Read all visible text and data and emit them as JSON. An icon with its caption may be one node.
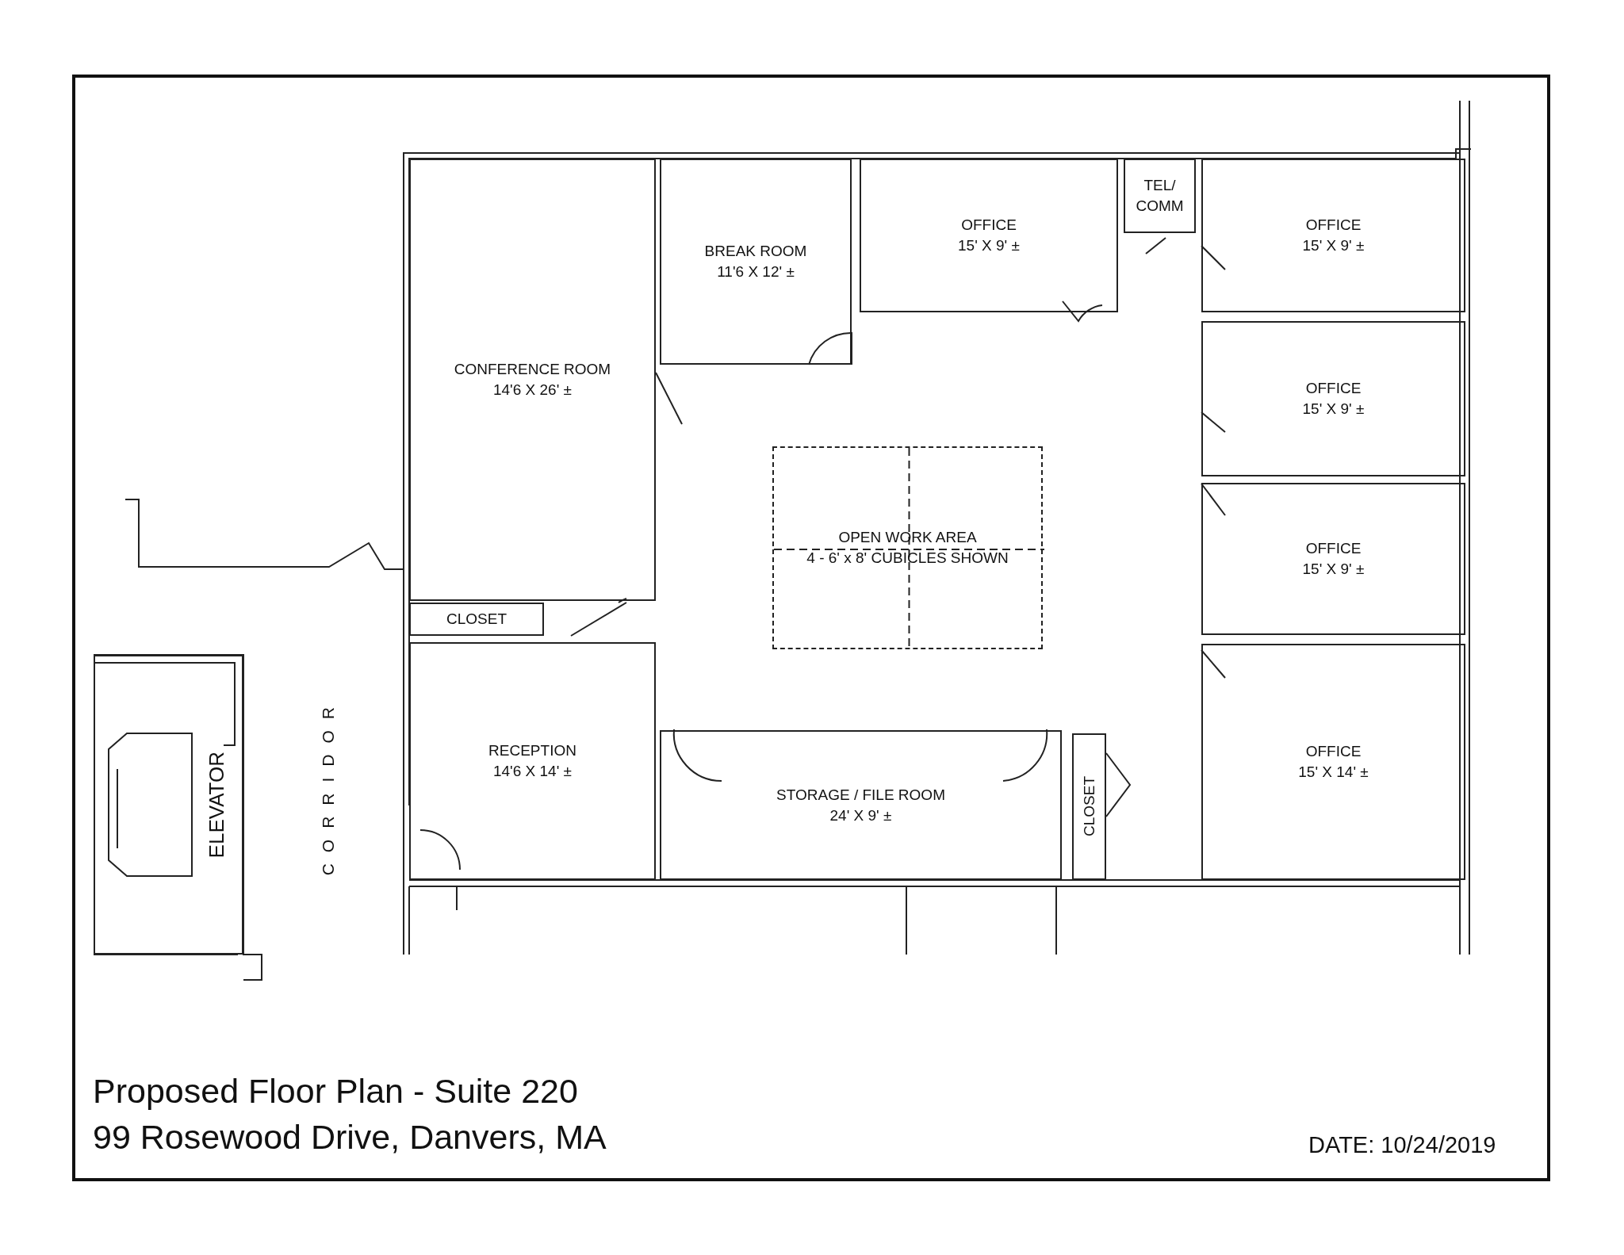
{
  "diagram": {
    "title": "Proposed Floor Plan - Suite 220",
    "nodes": [
      {
        "text": [
          "CONFERENCE ROOM",
          "14'6 X 26' ±"
        ]
      },
      {
        "text": [
          "BREAK ROOM",
          "11'6 X 12' ±"
        ]
      },
      {
        "text": [
          "OFFICE",
          "15' X 9' ±"
        ]
      },
      {
        "text": [
          "TEL/ COMM"
        ]
      },
      {
        "text": [
          "OFFICE",
          "15' X 9' ±"
        ]
      },
      {
        "text": [
          "OFFICE",
          "15' X 9' ±"
        ]
      },
      {
        "text": [
          "OFFICE",
          "15' X 9' ±"
        ]
      },
      {
        "text": [
          "CLOSET"
        ]
      },
      {
        "text": [
          "OPEN WORK AREA",
          "4 - 6' x 8' CUBICLES SHOWN"
        ]
      },
      {
        "text": [
          "OFFICE",
          "15' X 14' ±"
        ]
      },
      {
        "text": [
          "RECEPTION",
          "14'6 X 14' ±"
        ]
      },
      {
        "text": [
          "STORAGE / FILE ROOM",
          "24' X 9' ±"
        ]
      },
      {
        "text": [
          "CLOSET"
        ]
      },
      {
        "text": [
          "ELEVATOR"
        ]
      }
    ],
    "labels": [
      "CORRIDOR",
      "99 Rosewood Drive, Danvers, MA",
      "DATE: 10/24/2019"
    ]
  }
}
